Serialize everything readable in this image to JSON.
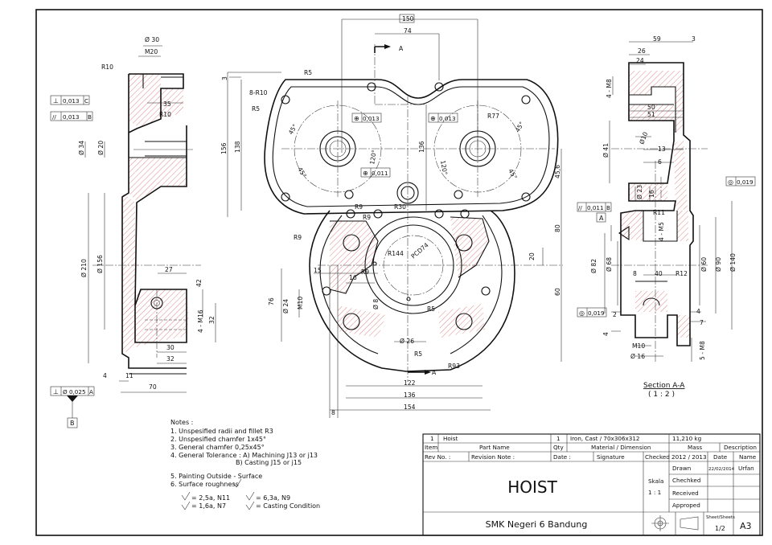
{
  "dimensions": {
    "d30": "Ø 30",
    "m20": "M20",
    "r10a": "R10",
    "r10b": "R10",
    "d35": "35",
    "d34": "Ø 34",
    "d20": "Ø 20",
    "d210": "Ø 210",
    "d156": "Ø 156",
    "d27": "27",
    "d42": "42",
    "m16": "4 - M16",
    "d32v": "32",
    "d30b": "30",
    "d32b": "32",
    "d4": "4",
    "d11": "11",
    "d70": "70",
    "d150": "150",
    "d74": "74",
    "dA": "A",
    "d3": "3",
    "r5a": "R5",
    "r10x8": "8-R10",
    "r5b": "R5",
    "d156v": "156",
    "d138": "138",
    "a45a": "45°",
    "a45b": "45°",
    "a45c": "45°",
    "a45d": "45°",
    "a120a": "120°",
    "a120b": "120°",
    "r77": "R77",
    "d136": "136",
    "d456": "45,6",
    "r9a": "R9",
    "r9b": "R9",
    "r9c": "R9",
    "r9d": "R9",
    "r30": "R30",
    "r144": "R144",
    "pcd74": "PCD74",
    "d80": "80",
    "d20v": "20",
    "d60v": "60",
    "d15": "15",
    "d16": "16",
    "d76": "76",
    "d24": "Ø 24",
    "m10": "M10",
    "d8": "Ø 8",
    "r5c": "R5",
    "r5d": "R5",
    "d26": "Ø 26",
    "r93": "R93",
    "d122": "122",
    "d136h": "136",
    "d154": "154",
    "d8b": "8",
    "dA2": "A",
    "d59": "59",
    "d3b": "3",
    "d26b": "26",
    "d24b": "24",
    "m8a": "4 - M8",
    "d50": "50",
    "d51": "51",
    "d41": "Ø 41",
    "d10": "Ø10",
    "d13": "13",
    "d6": "6",
    "d23": "Ø 23",
    "d16b": "16",
    "r11": "R11",
    "m5": "4 - M5",
    "d82": "Ø 82",
    "d68": "Ø 68",
    "d8c": "8",
    "d40": "40",
    "r12": "R12",
    "d60": "Ø 60",
    "d90": "Ø 90",
    "d140": "Ø 140",
    "d2": "2",
    "d4b": "4",
    "d7": "7",
    "d4c": "4",
    "m10b": "M10",
    "d16c": "Ø 16",
    "m8b": "5 - M8"
  },
  "tolerances": {
    "perp1_symbol": "⊥",
    "perp1_val": "0,013",
    "perp1_ref": "C",
    "par1_symbol": "//",
    "par1_val": "0,013",
    "par1_ref": "B",
    "perp2_symbol": "⊥",
    "perp2_val": "Ø 0,025",
    "perp2_ref": "A",
    "pos1_symbol": "⊕",
    "pos1_val": "0,013",
    "pos2_symbol": "⊕",
    "pos2_val": "0,013",
    "pos3_symbol": "⊕",
    "pos3_val": "0,011",
    "circ1_symbol": "◎",
    "circ1_val": "0,019",
    "par2_symbol": "//",
    "par2_val": "0,011",
    "par2_ref": "B",
    "circ2_symbol": "◎",
    "circ2_val": "0,019",
    "datum_a": "A",
    "datum_b": "B"
  },
  "section": {
    "title": "Section A-A",
    "scale": "( 1 : 2 )"
  },
  "notes": {
    "header": "Notes :",
    "lines": [
      "1. Unspesified radii and fillet R3",
      "2. Unspesified chamfer 1x45°",
      "3. General chamfer 0,25x45°",
      "4. General Tolerance : A) Machining J13 or j13",
      "B) Casting J15 or j15",
      "5. Painting Outside - Surface",
      "6. Surface roughness"
    ],
    "rough_1": "= 2,5a, N11",
    "rough_2": "= 1,6a, N7",
    "rough_3": "= 6,3a, N9",
    "rough_4": "= Casting Condition"
  },
  "title_block": {
    "item_no": "1",
    "part_name_value": "Hoist",
    "qty_value": "1",
    "material_value": "Iron, Cast / 70x306x312",
    "mass_value": "11,210 kg",
    "h_item": "Item",
    "h_part_name": "Part Name",
    "h_qty": "Qty",
    "h_material": "Material / Dimension",
    "h_mass": "Mass",
    "h_description": "Description",
    "h_rev_no": "Rev No. :",
    "h_rev_note": "Revision Note :",
    "h_date": "Date :",
    "h_signature": "Signature",
    "h_checked": "Checked",
    "year": "2012 / 2013",
    "h_date2": "Date",
    "h_name": "Name",
    "drawn_label": "Drawn",
    "drawn_date": "22/02/2014",
    "drawn_name": "Urfan",
    "checked_label": "Chechked",
    "received_label": "Received",
    "approved_label": "Approped",
    "skala_label": "Skala",
    "skala_value": "1 : 1",
    "drawing_title": "HOIST",
    "school": "SMK Negeri 6 Bandung",
    "sheet_label": "Sheet/Sheets",
    "sheet_value": "1/2",
    "paper_size": "A3"
  }
}
